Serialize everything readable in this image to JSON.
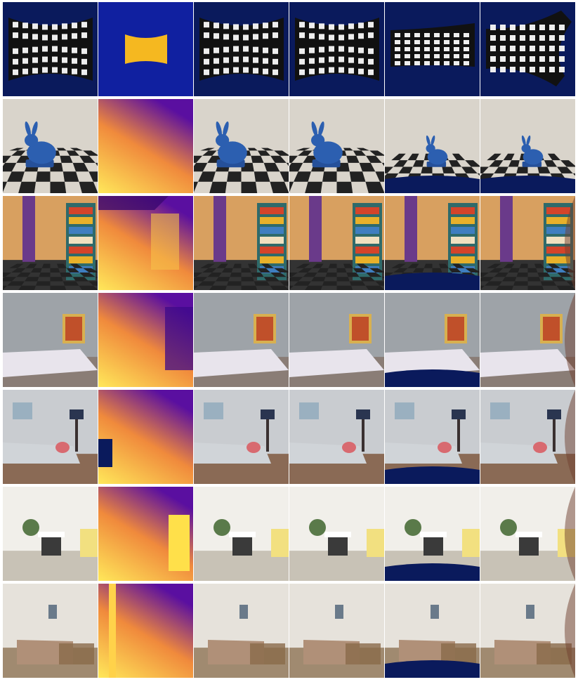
{
  "figure": {
    "rows": [
      {
        "scene": "checkerboard-plane"
      },
      {
        "scene": "blue-bunny-on-checker-floor"
      },
      {
        "scene": "colorful-bookshelf-room"
      },
      {
        "scene": "bedroom-with-painting"
      },
      {
        "scene": "living-room-with-floor-lamp"
      },
      {
        "scene": "white-living-room-fireplace"
      },
      {
        "scene": "living-room-with-console-table"
      }
    ],
    "columns": [
      {
        "kind": "rgb-input"
      },
      {
        "kind": "depth-map"
      },
      {
        "kind": "rgb-rendering"
      },
      {
        "kind": "rgb-rendering"
      },
      {
        "kind": "warped-view-left"
      },
      {
        "kind": "warped-view-right"
      }
    ]
  },
  "colors": {
    "background_navy": "#0a1a5c",
    "depth_near": "#ffe85a",
    "depth_mid": "#f08a3c",
    "depth_far": "#5a0fa0",
    "checker_white": "#eeeeee",
    "checker_black": "#222222",
    "bunny_blue": "#2c5fb0"
  }
}
